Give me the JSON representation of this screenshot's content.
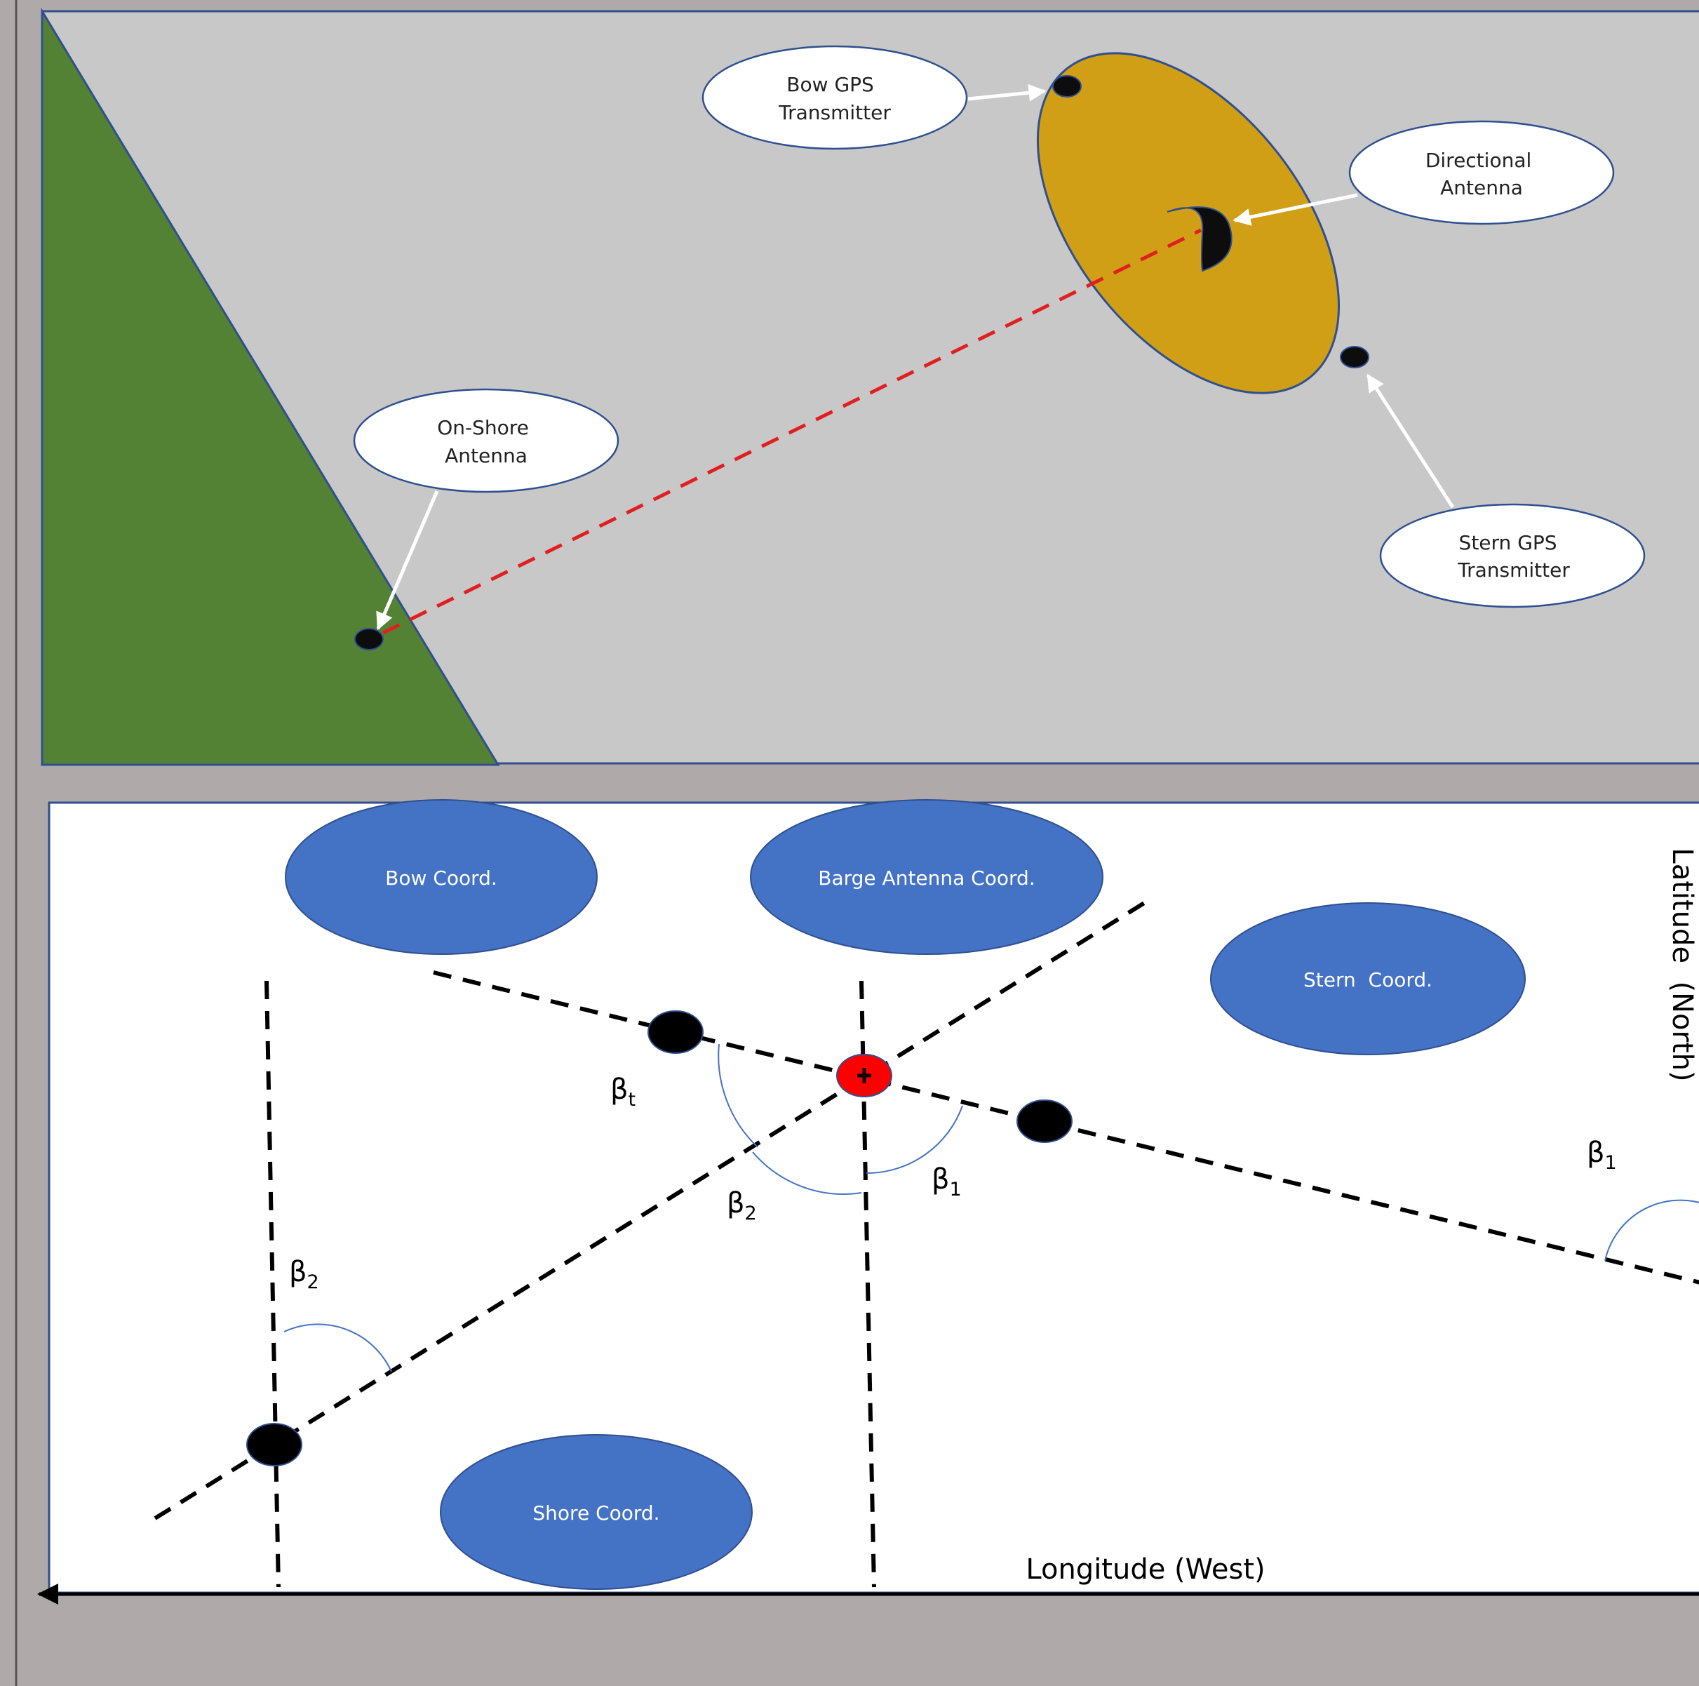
{
  "top_panel": {
    "callouts": {
      "bow_gps": [
        "Bow GPS",
        "Transmitter"
      ],
      "directional_antenna": [
        "Directional",
        "Antenna"
      ],
      "on_shore_antenna": [
        "On-Shore",
        "Antenna"
      ],
      "stern_gps": [
        "Stern GPS",
        "Transmitter"
      ]
    },
    "colors": {
      "water": "#c8c8c8",
      "shore": "#548235",
      "barge": "#d09f16",
      "signal_line": "#e02020"
    }
  },
  "bottom_panel": {
    "ovals": {
      "bow": "Bow Coord.",
      "barge_antenna": "Barge Antenna Coord.",
      "stern": "Stern  Coord.",
      "shore": "Shore Coord."
    },
    "angles": {
      "beta_t": {
        "base": "β",
        "sub": "t"
      },
      "beta_1": {
        "base": "β",
        "sub": "1"
      },
      "beta_2": {
        "base": "β",
        "sub": "2"
      }
    },
    "axes": {
      "x_label": "Longitude (West)",
      "y_label": "Latitude  (North)"
    },
    "colors": {
      "oval_fill": "#4472c4",
      "center_point": "#ff0000"
    }
  }
}
